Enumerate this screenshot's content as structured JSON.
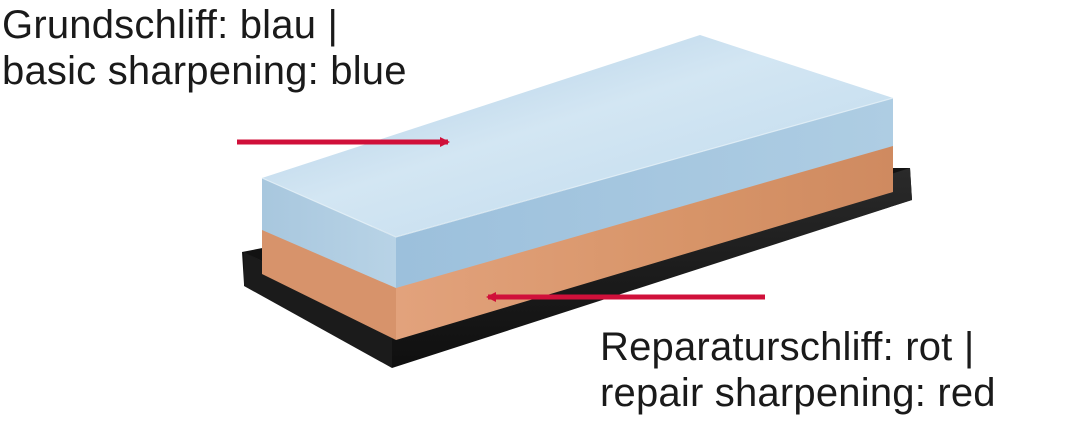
{
  "annotations": {
    "top": {
      "line1": "Grundschliff: blau |",
      "line2": "basic sharpening: blue"
    },
    "bottom": {
      "line1": "Reparaturschliff: rot |",
      "line2": "repair sharpening: red"
    }
  },
  "colors": {
    "arrow": "#d0103a",
    "stone_blue": "#b7d6ea",
    "stone_orange": "#d99a72",
    "base": "#1c1c1c"
  }
}
